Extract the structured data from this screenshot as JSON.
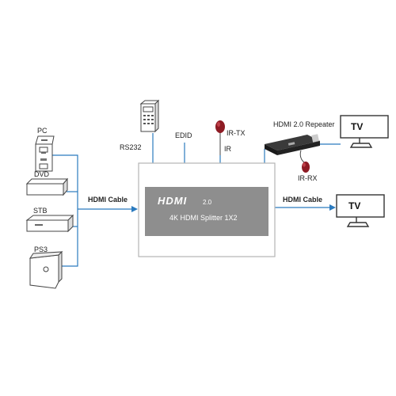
{
  "colors": {
    "cable": "#2b7bbf",
    "splitter_body": "#ffffff",
    "splitter_border": "#b5b5b5",
    "panel": "#8e8e8e",
    "ir_head": "#8e1b24",
    "device_stroke": "#444444"
  },
  "sources": {
    "pc_label": "PC",
    "dvd_label": "DVD",
    "stb_label": "STB",
    "ps3_label": "PS3"
  },
  "cables": {
    "input_label": "HDMI Cable",
    "output_label": "HDMI Cable"
  },
  "ports": {
    "rs232_label": "RS232",
    "edid_label": "EDID",
    "ir_label": "IR",
    "ir_tx_label": "IR-TX"
  },
  "splitter": {
    "logo_text": "HDMI",
    "version": "2.0",
    "model": "4K HDMI Splitter 1X2"
  },
  "repeater": {
    "label": "HDMI 2.0 Repeater",
    "ir_rx_label": "IR-RX"
  },
  "outputs": {
    "tv1_label": "TV",
    "tv2_label": "TV"
  },
  "icons": [
    "pc-tower-icon",
    "dvd-player-icon",
    "set-top-box-icon",
    "ps3-console-icon",
    "remote-control-icon",
    "ir-transmitter-icon",
    "ir-receiver-icon",
    "hdmi-repeater-icon",
    "tv-icon"
  ]
}
